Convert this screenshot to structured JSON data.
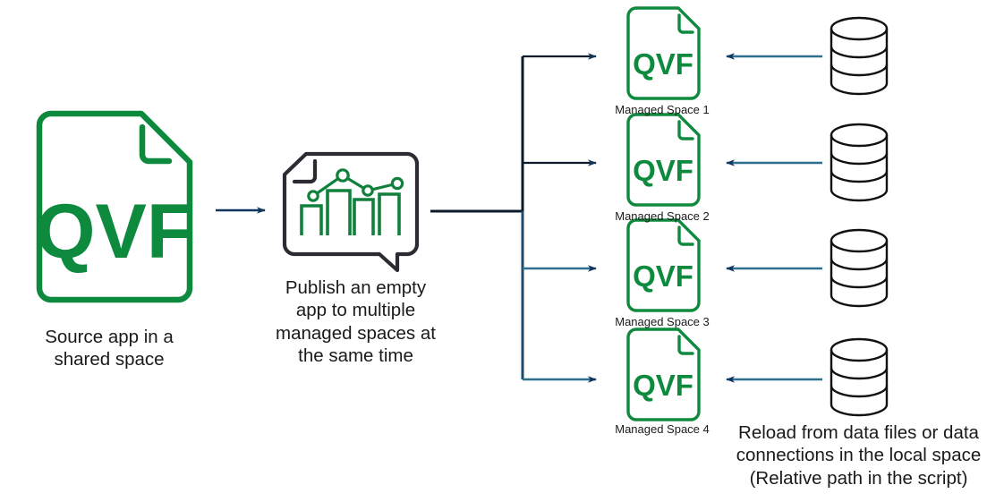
{
  "diagram": {
    "title": "Qlik QVF app publishing to managed spaces",
    "colors": {
      "qvf_green": "#0E8A3E",
      "outline_dark": "#2B2B33",
      "arrow_navy": "#11365E",
      "arrow_steel": "#2E6E8E",
      "text": "#1a1a1a",
      "background": "#ffffff"
    },
    "source": {
      "icon_text": "QVF",
      "caption": "Source app in a\nshared space"
    },
    "publish": {
      "caption": "Publish an empty\napp to multiple\nmanaged spaces at\nthe same time",
      "chart": {
        "bars": [
          40,
          72,
          52,
          60
        ],
        "line_points": [
          18,
          62,
          38,
          48
        ]
      }
    },
    "managed_spaces": [
      {
        "icon_text": "QVF",
        "label": "Managed Space 1"
      },
      {
        "icon_text": "QVF",
        "label": "Managed Space 2"
      },
      {
        "icon_text": "QVF",
        "label": "Managed Space 3"
      },
      {
        "icon_text": "QVF",
        "label": "Managed Space 4"
      }
    ],
    "data_sources": [
      {
        "name": "database-1"
      },
      {
        "name": "database-2"
      },
      {
        "name": "database-3"
      },
      {
        "name": "database-4"
      }
    ],
    "reload": {
      "caption": "Reload from data files or data\nconnections in the local space\n(Relative path in the script)"
    }
  }
}
